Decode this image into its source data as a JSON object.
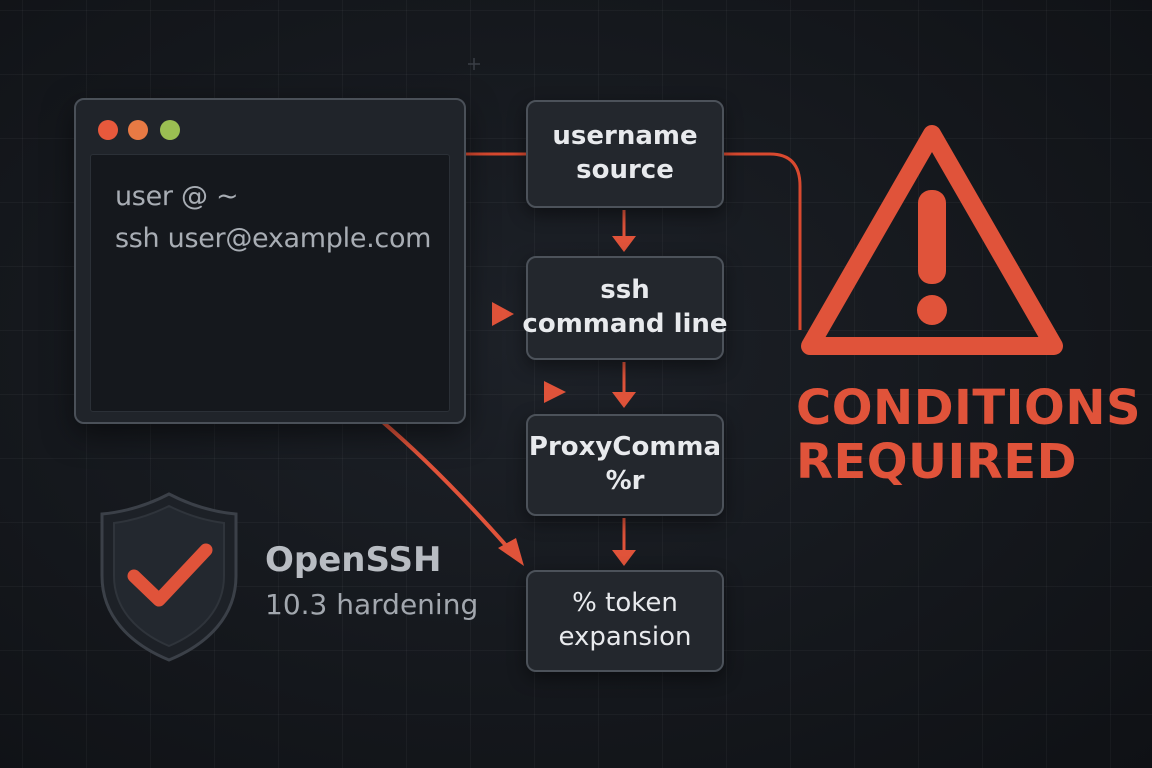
{
  "terminal": {
    "dots": [
      {
        "name": "close-dot",
        "color": "#e8593c"
      },
      {
        "name": "minimize-dot",
        "color": "#e87a44"
      },
      {
        "name": "maximize-dot",
        "color": "#9bbf52"
      }
    ],
    "prompt": "user @ ~",
    "command": "ssh user@example.com"
  },
  "flow": {
    "boxes": [
      {
        "line1": "username",
        "line2": "source"
      },
      {
        "line1": "ssh",
        "line2": "command line"
      },
      {
        "line1": "ProxyComma",
        "line2": "%r"
      },
      {
        "line1": "% token",
        "line2": "expansion"
      }
    ]
  },
  "warning": {
    "icon": "warning-triangle-icon",
    "line1": "CONDITIONS",
    "line2": "REQUIRED"
  },
  "brand": {
    "icon": "shield-check-icon",
    "title": "OpenSSH",
    "subtitle": "10.3 hardening"
  },
  "colors": {
    "accent": "#e0533a",
    "box_border": "#4c525a",
    "box_fill": "#23272d",
    "background": "#15181d"
  }
}
